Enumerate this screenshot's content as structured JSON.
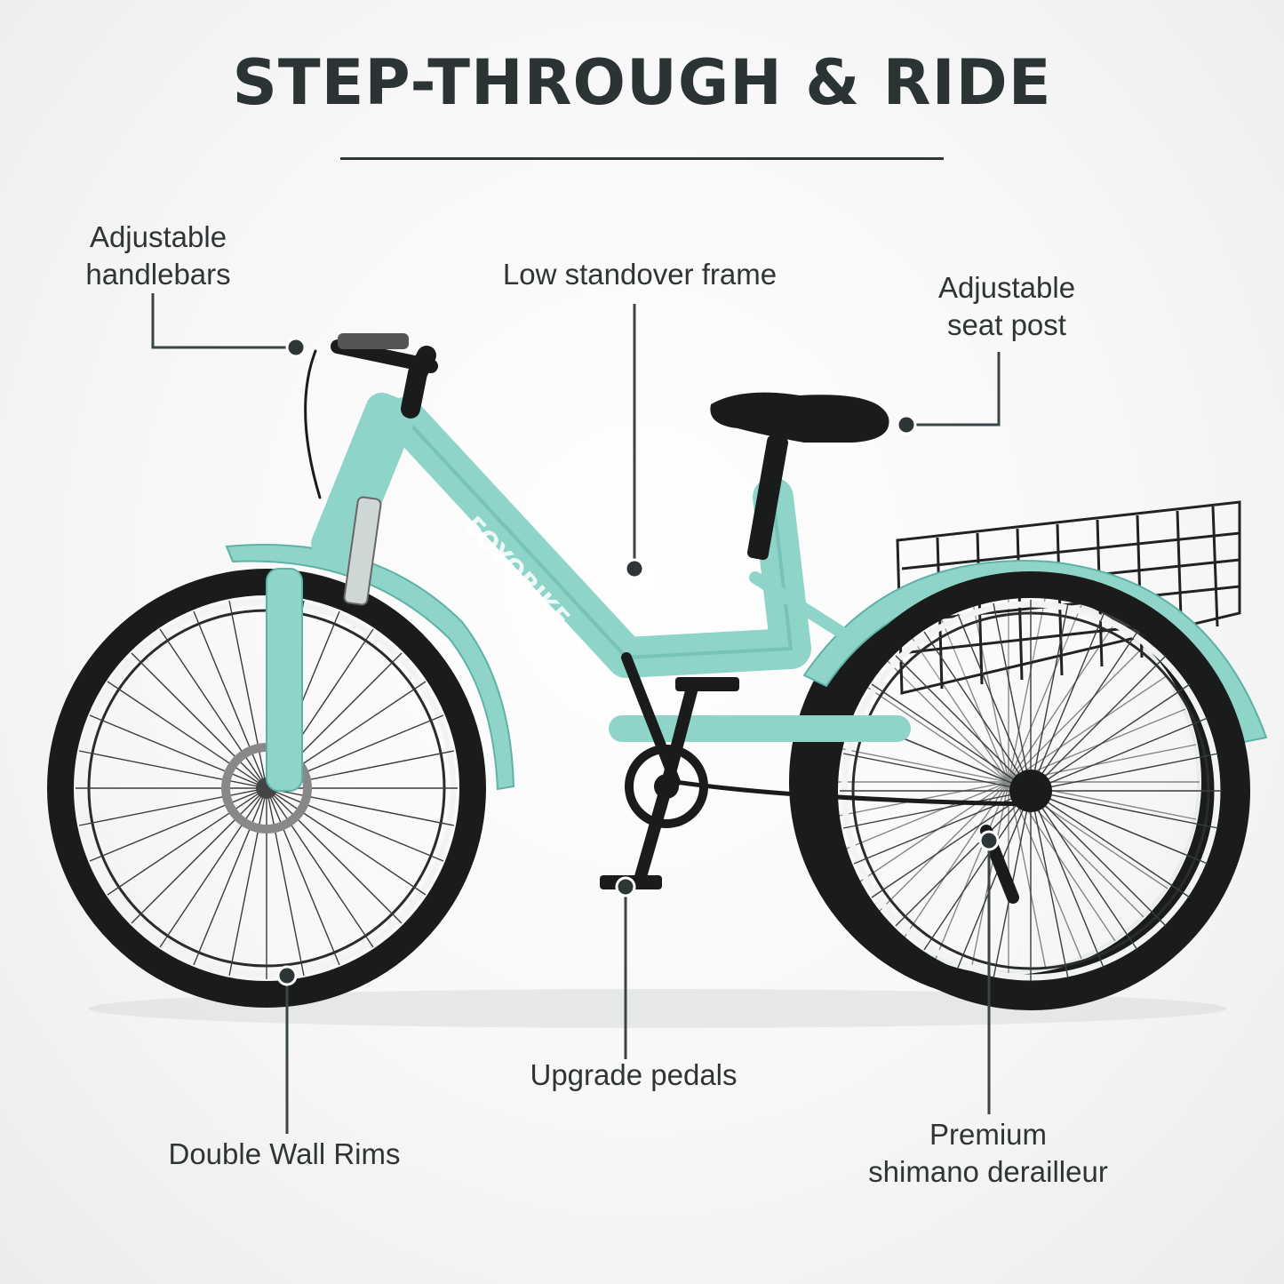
{
  "headline": "STEP-THROUGH & RIDE",
  "brand_mark": "EOYOBIKE",
  "callouts": {
    "handlebars": {
      "line1": "Adjustable",
      "line2": "handlebars"
    },
    "frame": {
      "line1": "Low standover frame"
    },
    "seat_post": {
      "line1": "Adjustable",
      "line2": "seat post"
    },
    "pedals": {
      "line1": "Upgrade pedals"
    },
    "rims": {
      "line1": "Double Wall Rims"
    },
    "derailleur": {
      "line1": "Premium",
      "line2": "shimano derailleur"
    }
  },
  "colors": {
    "frame": "#8ed4c8",
    "frame_shadow": "#5fb2a6",
    "tire": "#1a1c1c",
    "text": "#2f3436",
    "leader": "#3b4446"
  }
}
